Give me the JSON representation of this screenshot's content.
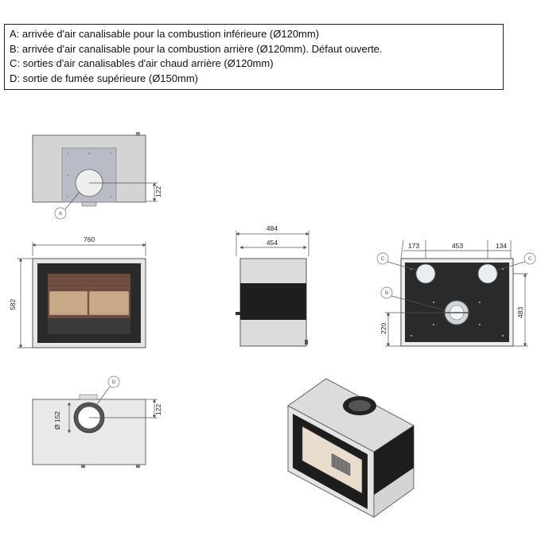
{
  "legend": {
    "lines": [
      "A: arrivée d'air canalisable pour la combustion inférieure (Ø120mm)",
      "B: arrivée d'air canalisable pour la combustion arrière (Ø120mm). Défaut ouverte.",
      "C: sorties d'air canalisables d'air chaud arrière (Ø120mm)",
      "D: sortie de fumée supérieure (Ø150mm)"
    ]
  },
  "dimensions": {
    "bottom_view_offset": "122",
    "front_width": "760",
    "front_height": "582",
    "side_depth_outer": "484",
    "side_depth_inner": "454",
    "rear_left": "173",
    "rear_middle": "453",
    "rear_right": "134",
    "rear_height_total": "483",
    "rear_height_inlet": "220",
    "top_view_diameter": "Ø 152",
    "top_view_offset": "122"
  },
  "labels": {
    "a": "A",
    "b": "B",
    "c": "C",
    "d": "D"
  }
}
